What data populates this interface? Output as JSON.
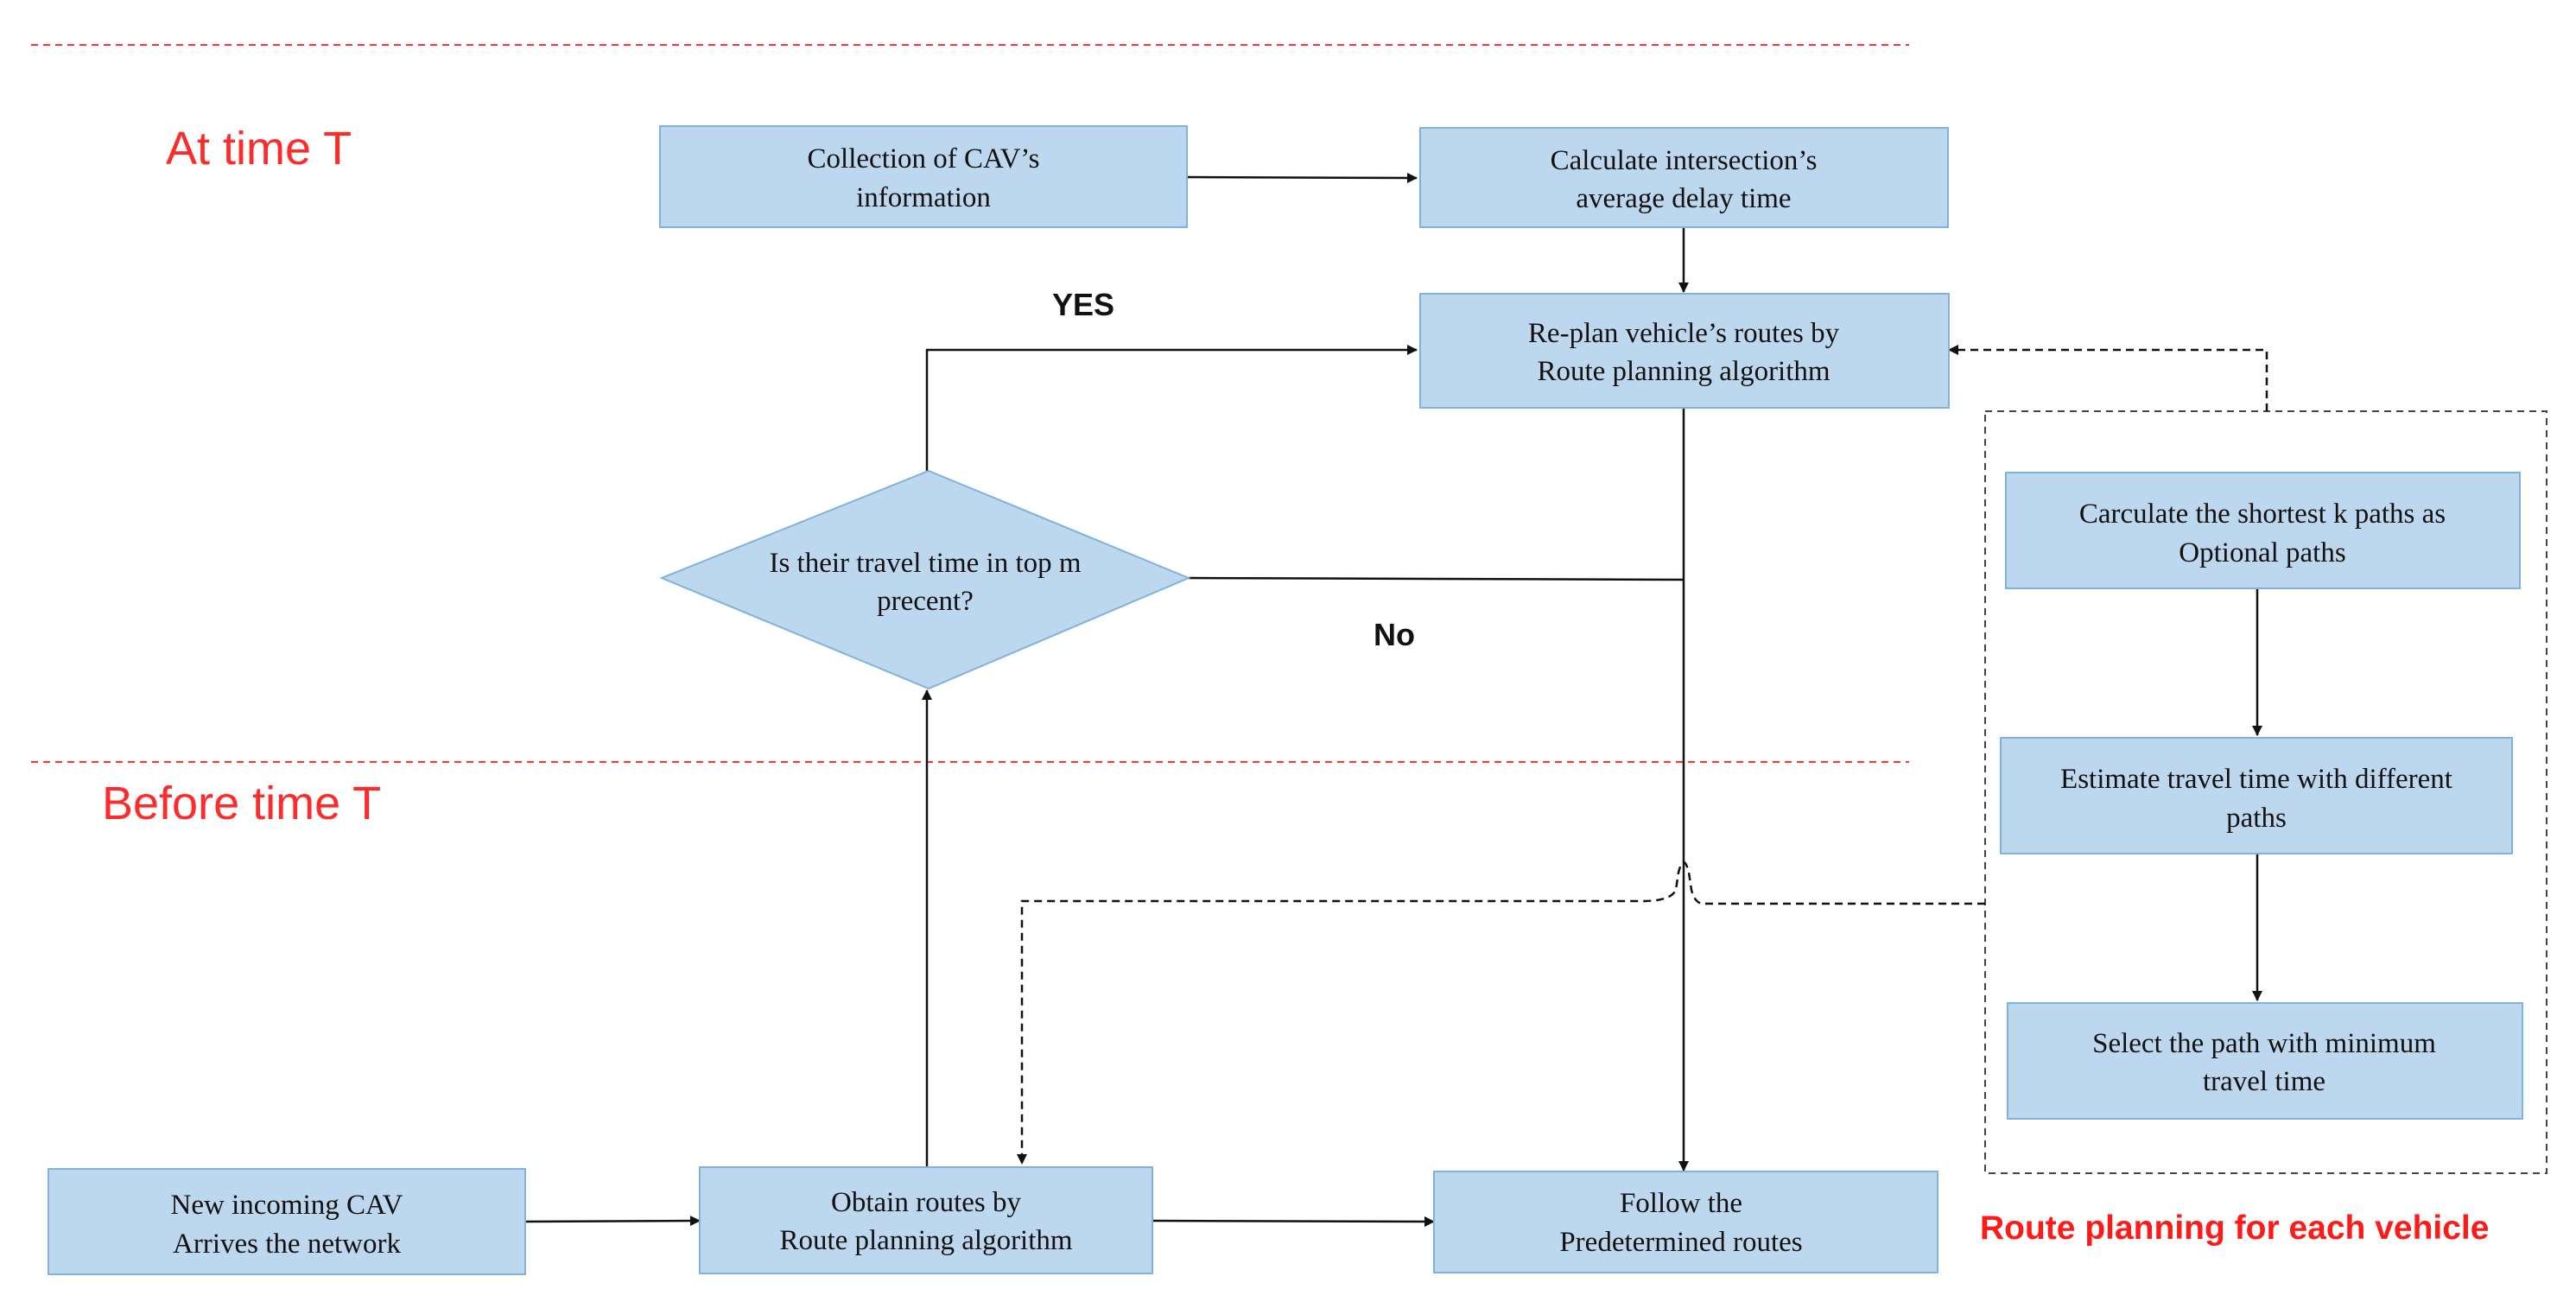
{
  "colors": {
    "box_fill": "#bdd7ee",
    "box_stroke": "#7fb2dd",
    "separator": "#ff3333",
    "section_label": "#ff2a2a",
    "caption": "#ff1a1a",
    "line": "#111111"
  },
  "sections": {
    "at_time": "At time T",
    "before_time": "Before time T"
  },
  "nodes": {
    "collection": [
      "Collection of CAV’s",
      "information"
    ],
    "calc_delay": [
      "Calculate intersection’s",
      "average delay time"
    ],
    "replan": [
      "Re-plan vehicle’s routes by",
      "Route planning algorithm"
    ],
    "decision": [
      "Is their travel time in top m",
      "precent?"
    ],
    "shortest_k": [
      "Carculate the shortest k paths as",
      "Optional paths"
    ],
    "estimate": [
      "Estimate travel time with different",
      "paths"
    ],
    "select_path": [
      "Select the path with minimum",
      "travel time"
    ],
    "new_cav": [
      "New incoming CAV",
      "Arrives the network"
    ],
    "obtain_routes": [
      "Obtain routes by",
      "Route planning algorithm"
    ],
    "follow": [
      "Follow the",
      "Predetermined routes"
    ]
  },
  "branches": {
    "yes": "YES",
    "no": "No"
  },
  "group_caption": "Route planning for each vehicle"
}
